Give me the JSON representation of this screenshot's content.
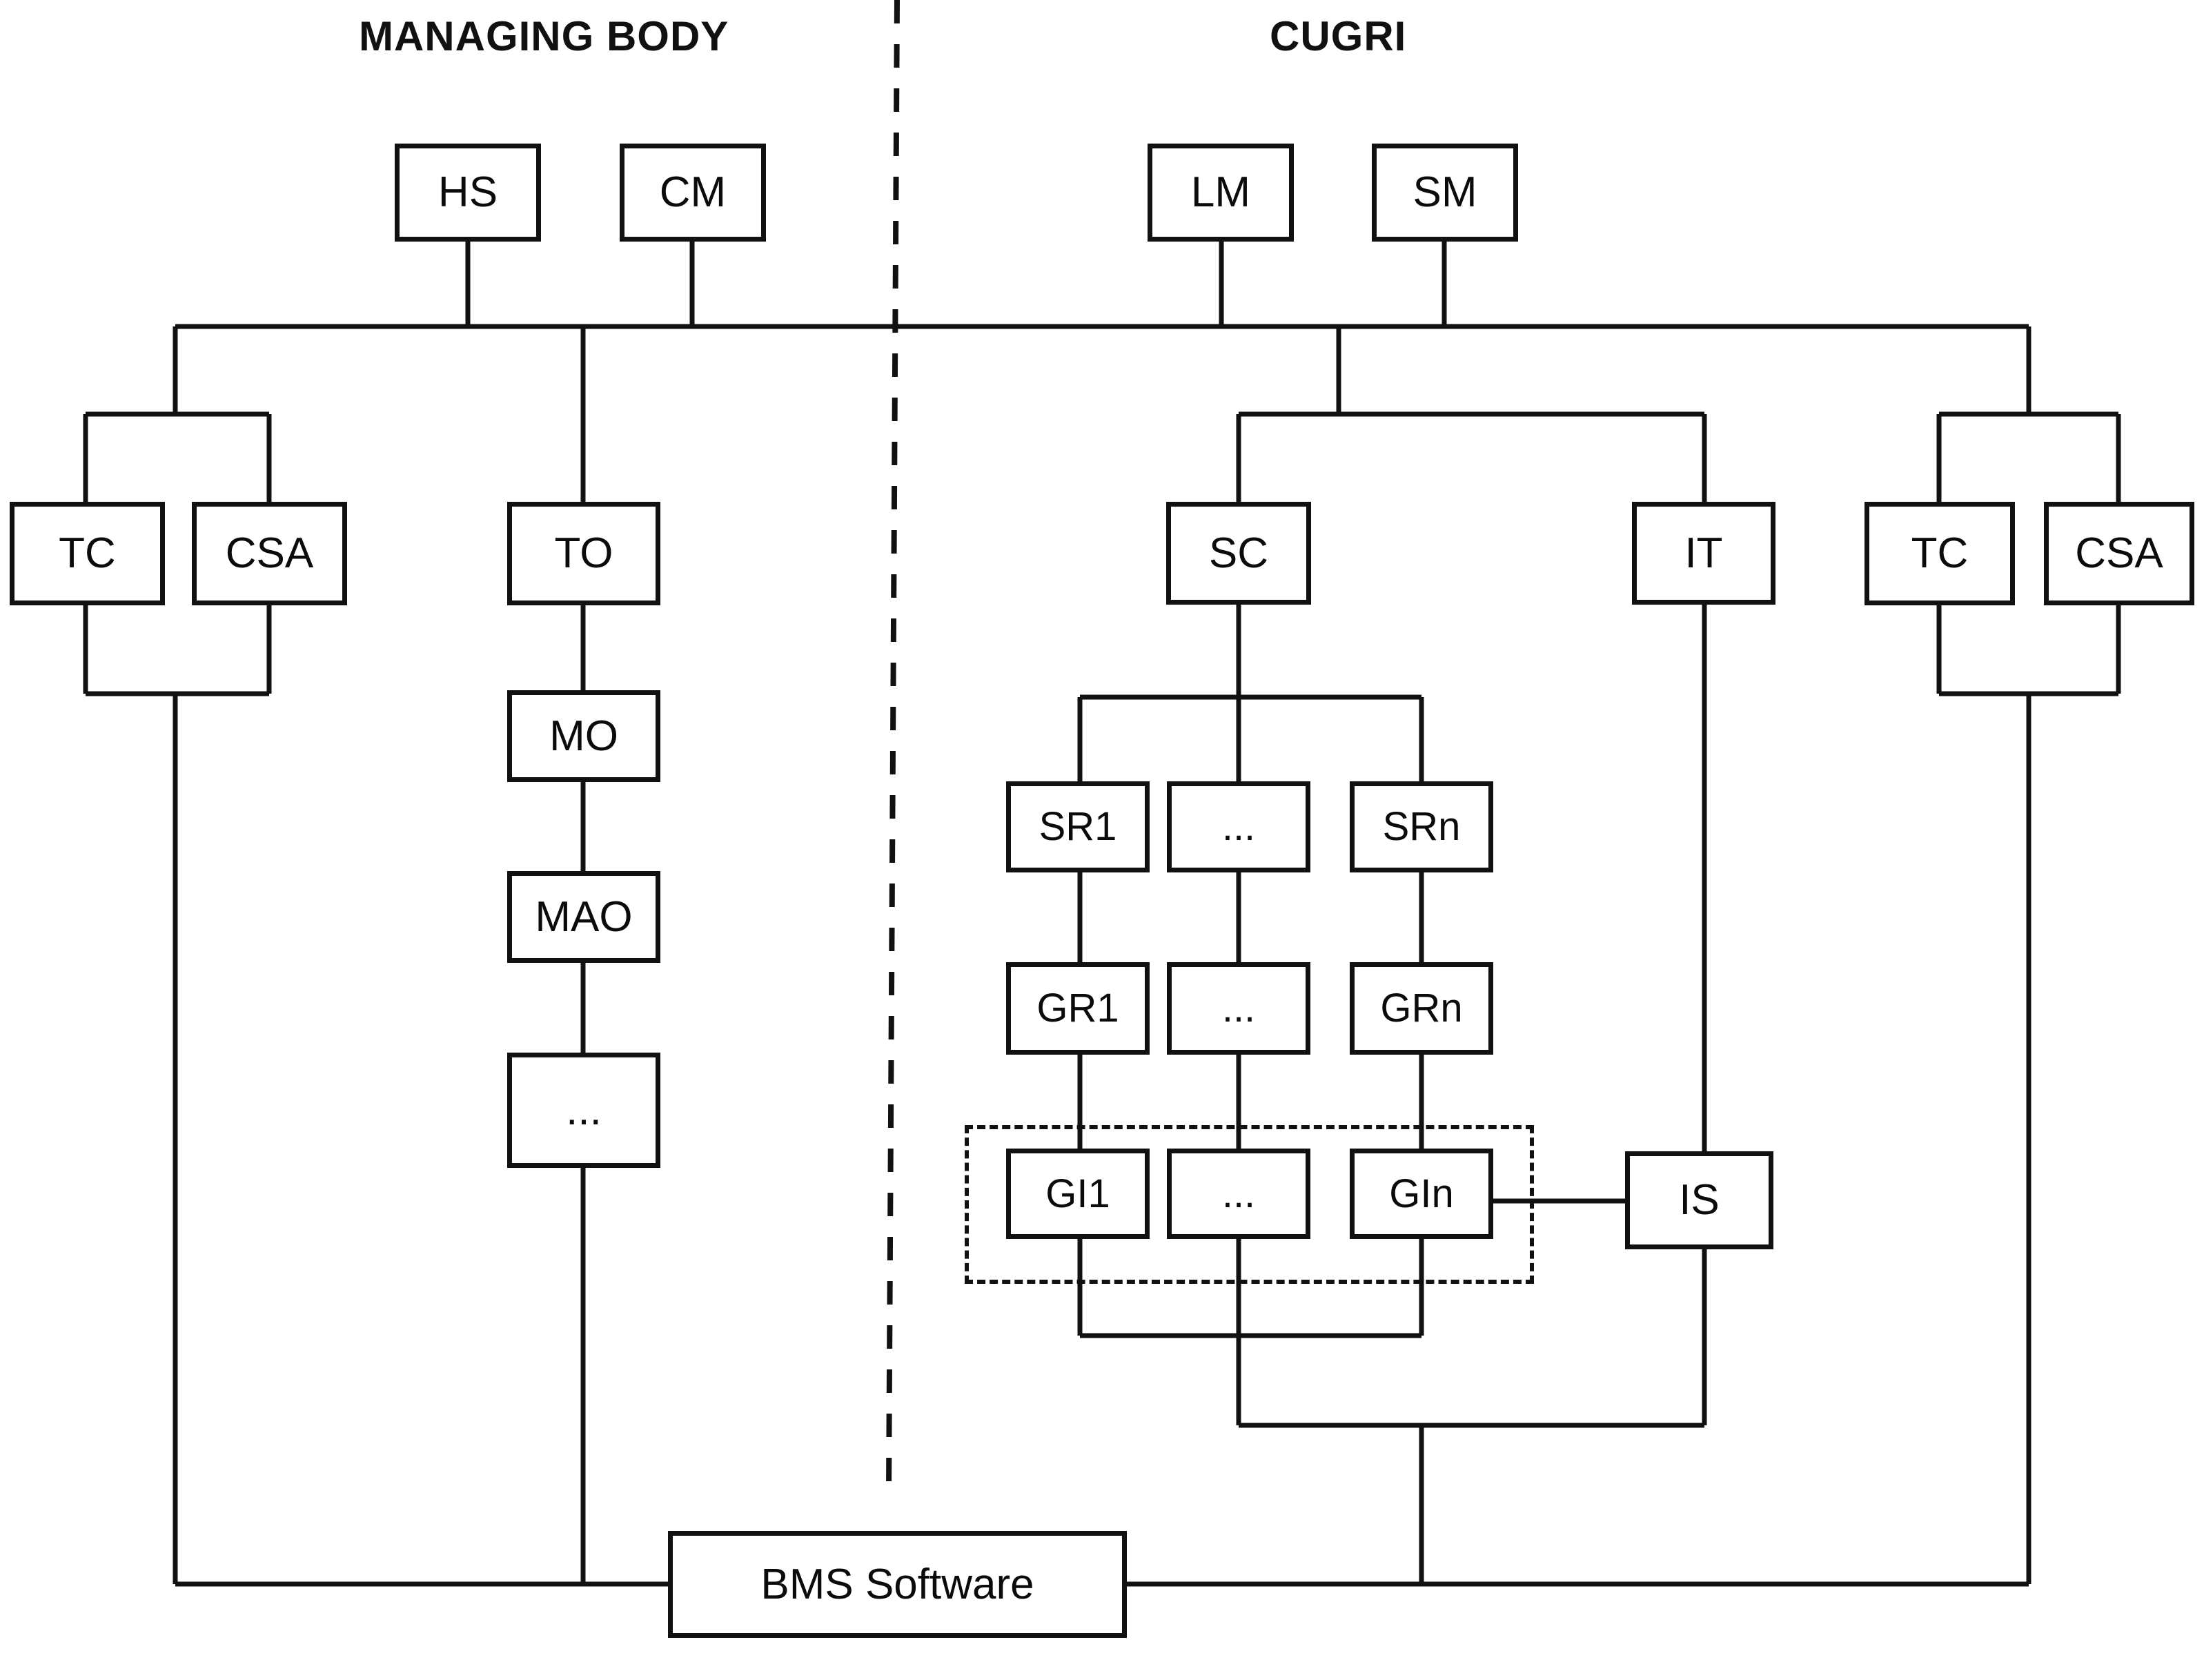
{
  "diagram": {
    "title_left": "MANAGING BODY",
    "title_right": "CUGRI",
    "divider": "vertical-dashed-divider",
    "group_box": "dashed-group-gi",
    "nodes": {
      "hs": "HS",
      "cm": "CM",
      "lm": "LM",
      "sm": "SM",
      "tc_left": "TC",
      "csa_left": "CSA",
      "to": "TO",
      "mo": "MO",
      "mao": "MAO",
      "ellipsis_left": "...",
      "sc": "SC",
      "it": "IT",
      "tc_right": "TC",
      "csa_right": "CSA",
      "sr1": "SR1",
      "sr_mid": "...",
      "srn": "SRn",
      "gr1": "GR1",
      "gr_mid": "...",
      "grn": "GRn",
      "gi1": "GI1",
      "gi_mid": "...",
      "gin": "GIn",
      "is": "IS",
      "bms": "BMS Software"
    },
    "colors": {
      "stroke": "#111111",
      "background": "#ffffff",
      "text": "#0b0b0b"
    }
  }
}
